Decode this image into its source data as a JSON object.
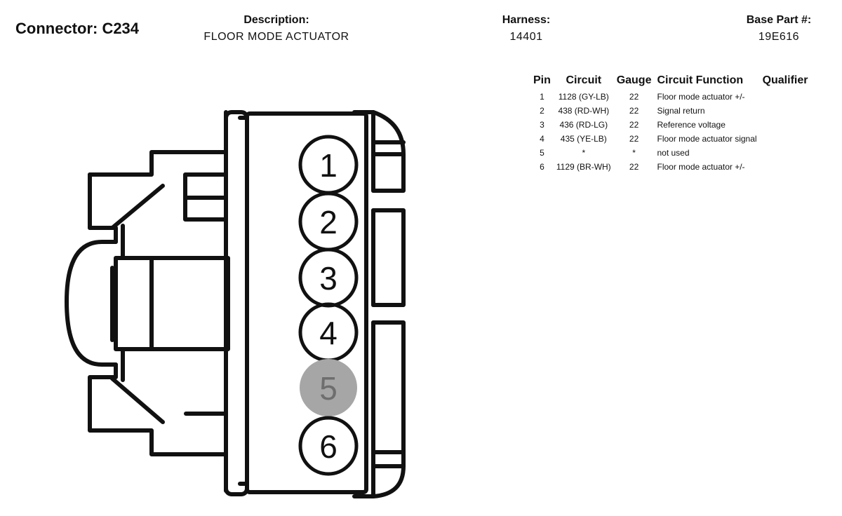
{
  "connector": {
    "label": "Connector: C234"
  },
  "description": {
    "label": "Description:",
    "value": "FLOOR MODE ACTUATOR"
  },
  "harness": {
    "label": "Harness:",
    "value": "14401"
  },
  "base_part": {
    "label": "Base Part #:",
    "value": "19E616"
  },
  "table": {
    "headers": [
      "Pin",
      "Circuit",
      "Gauge",
      "Circuit Function",
      "Qualifier"
    ],
    "rows": [
      {
        "pin": "1",
        "circuit": "1128 (GY-LB)",
        "gauge": "22",
        "function": "Floor mode actuator +/-",
        "qualifier": ""
      },
      {
        "pin": "2",
        "circuit": "438 (RD-WH)",
        "gauge": "22",
        "function": "Signal return",
        "qualifier": ""
      },
      {
        "pin": "3",
        "circuit": "436 (RD-LG)",
        "gauge": "22",
        "function": "Reference voltage",
        "qualifier": ""
      },
      {
        "pin": "4",
        "circuit": "435 (YE-LB)",
        "gauge": "22",
        "function": "Floor mode actuator signal",
        "qualifier": ""
      },
      {
        "pin": "5",
        "circuit": "*",
        "gauge": "*",
        "function": "not used",
        "qualifier": ""
      },
      {
        "pin": "6",
        "circuit": "1129 (BR-WH)",
        "gauge": "22",
        "function": "Floor mode actuator +/-",
        "qualifier": ""
      }
    ]
  },
  "diagram": {
    "pins": [
      {
        "label": "1",
        "used": true
      },
      {
        "label": "2",
        "used": true
      },
      {
        "label": "3",
        "used": true
      },
      {
        "label": "4",
        "used": true
      },
      {
        "label": "5",
        "used": false
      },
      {
        "label": "6",
        "used": true
      }
    ],
    "colors": {
      "outline": "#111111",
      "unused_fill": "#a6a6a6",
      "unused_text": "#6e6e6e"
    }
  }
}
